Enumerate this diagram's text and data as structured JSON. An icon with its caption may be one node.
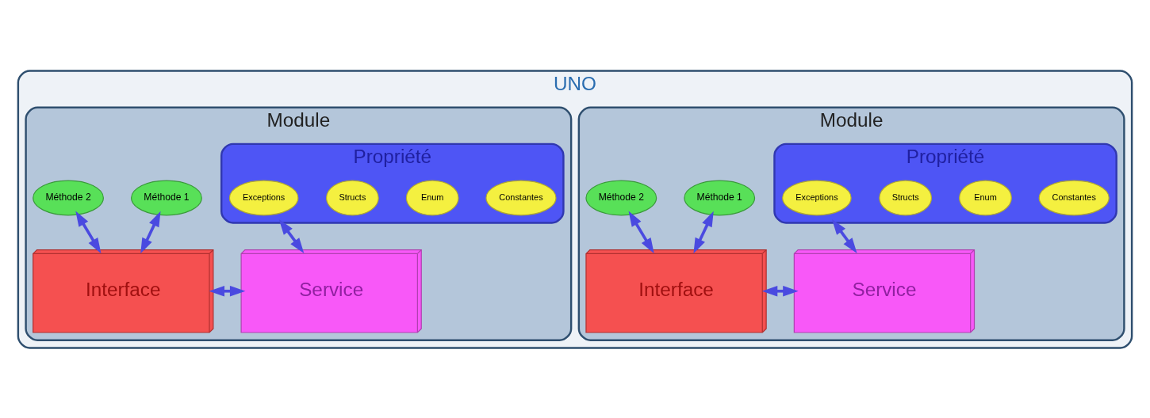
{
  "diagram": {
    "nodes": [
      {
        "text": [
          "UNO"
        ]
      },
      {
        "text": [
          "Module"
        ],
        "in": 0
      },
      {
        "text": [
          "Méthode 1"
        ],
        "in": 1
      },
      {
        "text": [
          "Méthode 2"
        ],
        "in": 1
      },
      {
        "text": [
          "Propriété"
        ],
        "in": 1
      },
      {
        "text": [
          "Constantes"
        ],
        "in": 4
      },
      {
        "text": [
          "Enum"
        ],
        "in": 4
      },
      {
        "text": [
          "Structs"
        ],
        "in": 4
      },
      {
        "text": [
          "Exceptions"
        ],
        "in": 4
      },
      {
        "text": [
          "Interface"
        ],
        "in": 1
      },
      {
        "text": [
          "Service"
        ],
        "in": 1
      },
      {
        "text": [
          "Module"
        ],
        "in": 0
      },
      {
        "text": [
          "Méthode 1"
        ],
        "in": 11
      },
      {
        "text": [
          "Méthode 2"
        ],
        "in": 11
      },
      {
        "text": [
          "Propriété"
        ],
        "in": 11
      },
      {
        "text": [
          "Constantes"
        ],
        "in": 14
      },
      {
        "text": [
          "Enum"
        ],
        "in": 14
      },
      {
        "text": [
          "Structs"
        ],
        "in": 14
      },
      {
        "text": [
          "Exceptions"
        ],
        "in": 14
      },
      {
        "text": [
          "Interface"
        ],
        "in": 11
      },
      {
        "text": [
          "Service"
        ],
        "in": 11
      }
    ],
    "edges": [
      {
        "from": 2,
        "to": 9,
        "arrow": "both"
      },
      {
        "from": 3,
        "to": 9,
        "arrow": "both"
      },
      {
        "from": 4,
        "to": 10,
        "arrow": "both"
      },
      {
        "from": 9,
        "to": 10,
        "arrow": "both"
      },
      {
        "from": 12,
        "to": 19,
        "arrow": "both"
      },
      {
        "from": 13,
        "to": 19,
        "arrow": "both"
      },
      {
        "from": 14,
        "to": 20,
        "arrow": "both"
      },
      {
        "from": 19,
        "to": 20,
        "arrow": "both"
      }
    ]
  }
}
